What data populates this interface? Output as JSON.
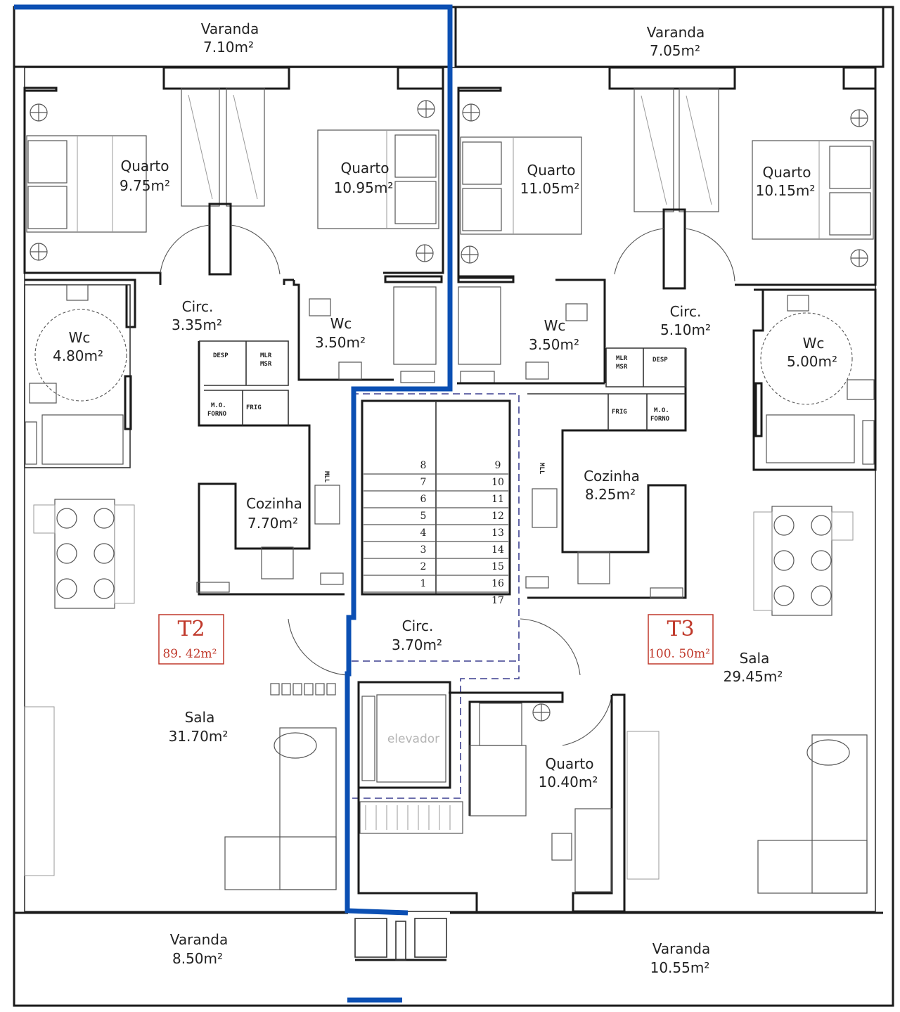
{
  "rooms": {
    "varanda_top_left": {
      "name": "Varanda",
      "area": "7.10m²"
    },
    "varanda_top_right": {
      "name": "Varanda",
      "area": "7.05m²"
    },
    "quarto_1": {
      "name": "Quarto",
      "area": "9.75m²"
    },
    "quarto_2": {
      "name": "Quarto",
      "area": "10.95m²"
    },
    "quarto_3": {
      "name": "Quarto",
      "area": "11.05m²"
    },
    "quarto_4": {
      "name": "Quarto",
      "area": "10.15m²"
    },
    "circ_left": {
      "name": "Circ.",
      "area": "3.35m²"
    },
    "circ_right": {
      "name": "Circ.",
      "area": "5.10m²"
    },
    "circ_center": {
      "name": "Circ.",
      "area": "3.70m²"
    },
    "wc_left": {
      "name": "Wc",
      "area": "4.80m²"
    },
    "wc_mid_left": {
      "name": "Wc",
      "area": "3.50m²"
    },
    "wc_mid_right": {
      "name": "Wc",
      "area": "3.50m²"
    },
    "wc_right": {
      "name": "Wc",
      "area": "5.00m²"
    },
    "cozinha_left": {
      "name": "Cozinha",
      "area": "7.70m²"
    },
    "cozinha_right": {
      "name": "Cozinha",
      "area": "8.25m²"
    },
    "sala_left": {
      "name": "Sala",
      "area": "31.70m²"
    },
    "sala_right": {
      "name": "Sala",
      "area": "29.45m²"
    },
    "quarto_5": {
      "name": "Quarto",
      "area": "10.40m²"
    },
    "varanda_bottom_left": {
      "name": "Varanda",
      "area": "8.50m²"
    },
    "varanda_bottom_right": {
      "name": "Varanda",
      "area": "10.55m²"
    }
  },
  "units": {
    "left": {
      "code": "T2",
      "area": "89. 42m²"
    },
    "right": {
      "code": "T3",
      "area": "100. 50m²"
    }
  },
  "fixtures": {
    "desp": "DESP",
    "mlr": "MLR",
    "msr": "MSR",
    "mo": "M.O.",
    "forno": "FORNO",
    "frig": "FRIG",
    "mll": "MLL",
    "elevador": "elevador"
  },
  "stairs": {
    "left_steps": [
      "8",
      "7",
      "6",
      "5",
      "4",
      "3",
      "2",
      "1"
    ],
    "right_steps": [
      "9",
      "10",
      "11",
      "12",
      "13",
      "14",
      "15",
      "16",
      "17"
    ]
  },
  "colors": {
    "boundary_line": "#0b4fb3",
    "unit_stamp": "#c0392b",
    "walls": "#1a1a1a",
    "circulation_dash": "#3b3f8f"
  }
}
